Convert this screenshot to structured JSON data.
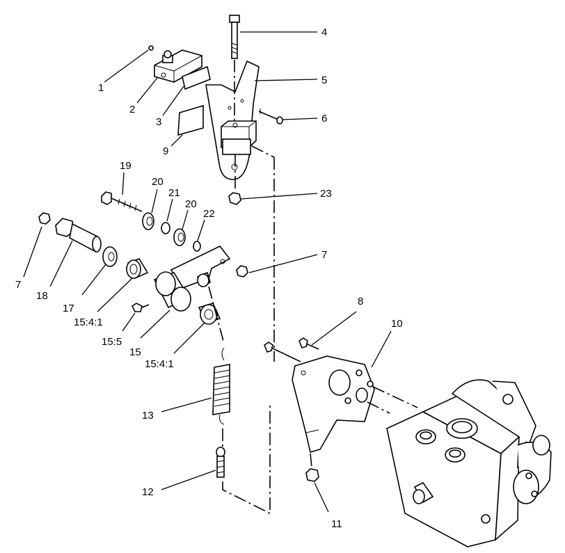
{
  "callouts": {
    "c1": "1",
    "c2": "2",
    "c3": "3",
    "c4": "4",
    "c5": "5",
    "c6": "6",
    "c7a": "7",
    "c7b": "7",
    "c8": "8",
    "c9": "9",
    "c10": "10",
    "c11": "11",
    "c12": "12",
    "c13": "13",
    "c15": "15",
    "c15_4_1a": "15:4:1",
    "c15_4_1b": "15:4:1",
    "c15_5": "15:5",
    "c17": "17",
    "c18": "18",
    "c19": "19",
    "c20a": "20",
    "c20b": "20",
    "c21": "21",
    "c22": "22",
    "c23": "23"
  }
}
